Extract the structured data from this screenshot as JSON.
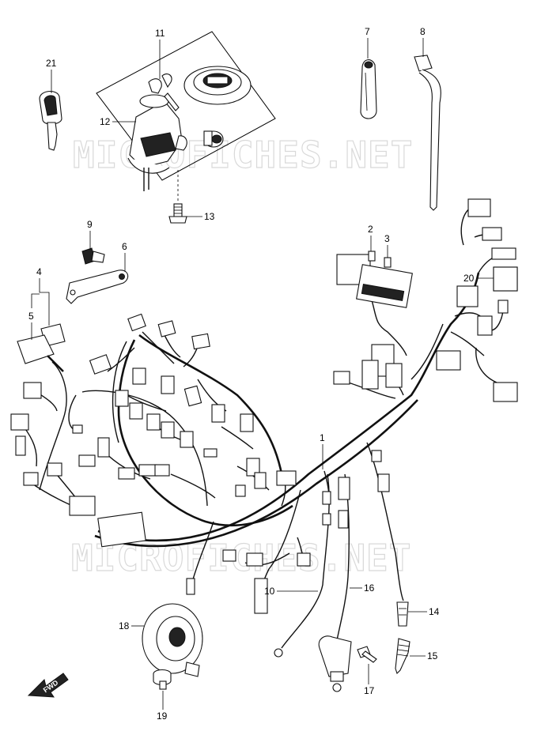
{
  "watermarks": [
    "MICROFICHES.NET",
    "MICROFICHES.NET"
  ],
  "fwd_label": "FWD",
  "callouts": [
    "1",
    "2",
    "3",
    "4",
    "5",
    "6",
    "7",
    "8",
    "9",
    "10",
    "11",
    "12",
    "13",
    "14",
    "15",
    "16",
    "17",
    "18",
    "19",
    "20",
    "21"
  ]
}
